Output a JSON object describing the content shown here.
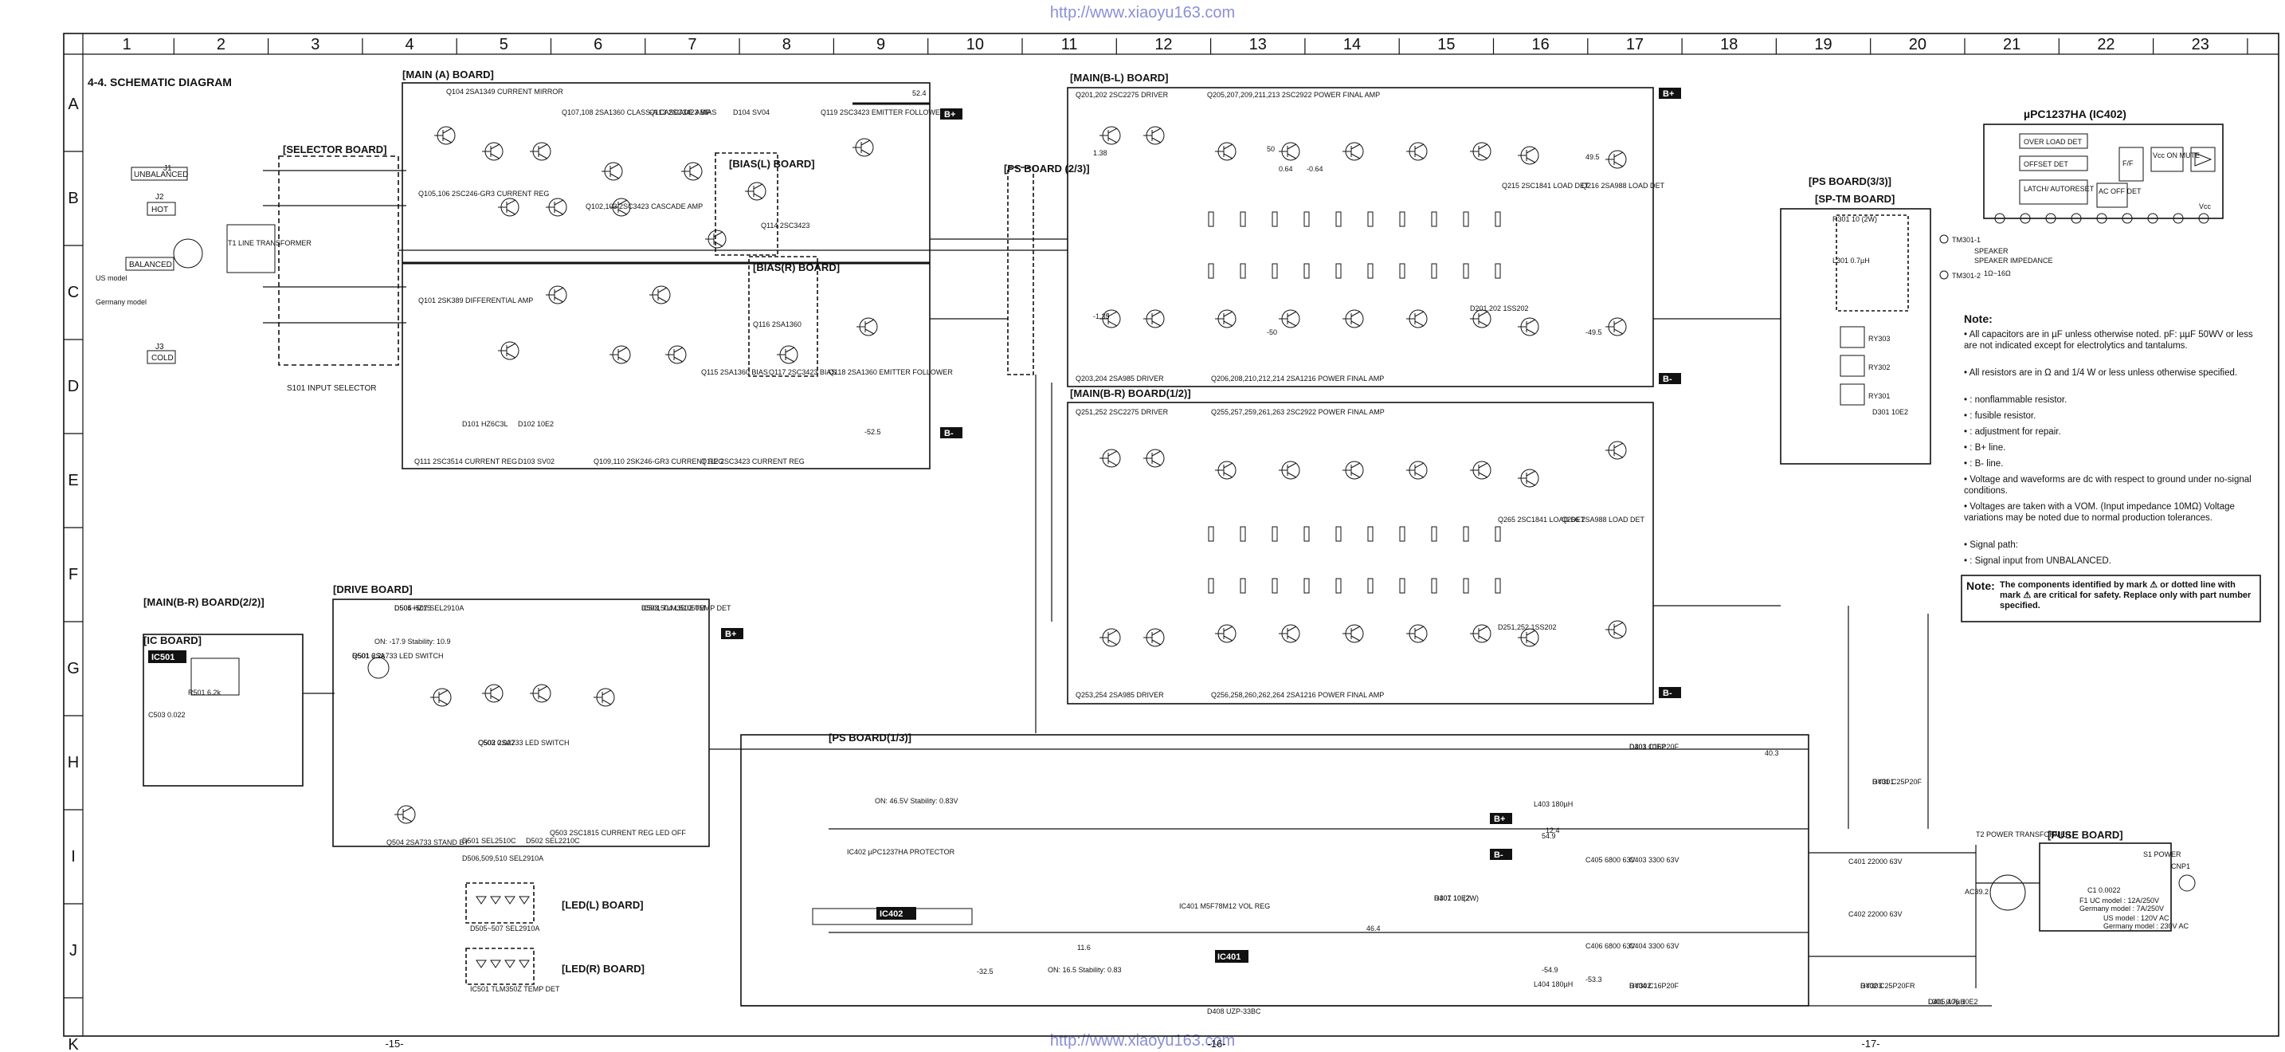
{
  "watermark_top": "http://www.xiaoyu163.com",
  "watermark_bottom": "http://www.xiaoyu163.com",
  "section_title": "4-4.  SCHEMATIC DIAGRAM",
  "columns": [
    "1",
    "2",
    "3",
    "4",
    "5",
    "6",
    "7",
    "8",
    "9",
    "10",
    "11",
    "12",
    "13",
    "14",
    "15",
    "16",
    "17",
    "18",
    "19",
    "20",
    "21",
    "22",
    "23"
  ],
  "rows": [
    "A",
    "B",
    "C",
    "D",
    "E",
    "F",
    "G",
    "H",
    "I",
    "J",
    "K"
  ],
  "pages": [
    "-15-",
    "-16-",
    "-17-"
  ],
  "boards": {
    "main_a": "[MAIN (A) BOARD]",
    "selector": "[SELECTOR BOARD]",
    "main_bl": "[MAIN(B-L) BOARD]",
    "main_br": "[MAIN(B-R) BOARD(1/2)]",
    "ps_23": "[PS BOARD (2/3)]",
    "ps_33": "[PS BOARD(3/3)]",
    "sp_tm": "[SP-TM BOARD]",
    "main_br21": "[MAIN(B-R) BOARD(2/2)]",
    "ic_board": "[IC BOARD]",
    "drive": "[DRIVE BOARD]",
    "ps_13": "[PS BOARD(1/3)]",
    "led_l": "[LED(L) BOARD]",
    "led_r": "[LED(R) BOARD]",
    "fuse": "[FUSE BOARD]",
    "bias_l": "[BIAS(L) BOARD]",
    "bias_r": "[BIAS(R) BOARD]"
  },
  "ic_block": {
    "title": "µPC1237HA  (IC402)",
    "blocks": [
      "OVER LOAD DET",
      "OFFSET DET",
      "LATCH/ AUTORESET",
      "F/F",
      "AC OFF DET",
      "Vcc ON MUTE"
    ],
    "vcc": "Vcc"
  },
  "terminals": {
    "unbalanced": "UNBALANCED",
    "hot": "HOT",
    "balanced": "BALANCED",
    "cold": "COLD",
    "j1": "J1",
    "j2": "J2",
    "j3": "J3",
    "tm301_1": "TM301-1",
    "tm301_2": "TM301-2",
    "speaker": "SPEAKER",
    "speaker_imp": "SPEAKER IMPEDANCE",
    "imp_val": "1Ω~16Ω",
    "transformer": "T1 LINE TRANSFORMER",
    "power_transformer": "T2 POWER TRANSFORMER",
    "input_selector": "S101 INPUT SELECTOR",
    "us_model": "US model",
    "germany_model": "Germany model"
  },
  "parts_main_a": [
    "Q104 2SA1349 CURRENT MIRROR",
    "Q107,108 2SA1360 CLASS-A CASCADE AMP",
    "Q113 2SC3423 BIAS",
    "D104 SV04",
    "Q119 2SC3423 EMITTER FOLLOWER",
    "Q105,106 2SC246-GR3 CURRENT REG",
    "Q102,103 2SC3423 CASCADE AMP",
    "Q114 2SC3423",
    "Q116 2SA1360",
    "Q101 2SK389 DIFFERENTIAL AMP",
    "Q115 2SA1360 BIAS",
    "Q117 2SC3423 BIAS",
    "Q118 2SA1360 EMITTER FOLLOWER",
    "D101 HZ6C3L",
    "D102 10E2",
    "Q111 2SC3514 CURRENT REG",
    "D103 SV02",
    "Q109,110 2SK246-GR3 CURRENT REG",
    "Q112 2SC3423 CURRENT REG"
  ],
  "parts_main_bl": [
    "Q201,202 2SC2275 DRIVER",
    "Q205,207,209,211,213 2SC2922 POWER FINAL AMP",
    "Q215 2SC1841 LOAD DET",
    "Q216 2SA988 LOAD DET",
    "Q203,204 2SA985 DRIVER",
    "Q206,208,210,212,214 2SA1216 POWER FINAL AMP",
    "D201,202 1SS202"
  ],
  "parts_main_br": [
    "Q251,252 2SC2275 DRIVER",
    "Q255,257,259,261,263 2SC2922 POWER FINAL AMP",
    "Q265 2SC1841 LOAD DET",
    "Q266 2SA988 LOAD DET",
    "Q253,254 2SA985 DRIVER",
    "Q256,258,260,262,264 2SA1216 POWER FINAL AMP",
    "D251,252 1SS202"
  ],
  "parts_drive": [
    "D504 HZ15",
    "D503,504 LS1060M",
    "Q501 2SA733 LED SWITCH",
    "Q502 2SA733 LED SWITCH",
    "Q503 2SC1815 CURRENT REG LED OFF",
    "Q504 2SA733 STAND BY",
    "D501 SEL2510C",
    "D502 SEL2210C",
    "D506,509,510 SEL2910A",
    "D505~507 SEL2910A",
    "IC501 TLM350Z TEMP DET",
    "R501 6.2k",
    "C503 0.022"
  ],
  "parts_ps": [
    "D403 C16P20F",
    "D401 C25P20F",
    "D404 C16P20F",
    "D402 C25P20FR",
    "D405,406 10E2",
    "D407 10E2",
    "D408 UZP-33BC",
    "IC401 M5F78M12 VOL REG",
    "IC402 µPC1237HA PROTECTOR",
    "C401 22000 63V",
    "C402 22000 63V",
    "C405 6800 63V",
    "C406 6800 63V",
    "C403 3300 63V",
    "C404 3300 63V",
    "L403 180µH",
    "L404 180µH",
    "D301 10E2",
    "RY301",
    "RY302",
    "RY303",
    "L301 0.7µH",
    "R301 10 (2W)"
  ],
  "fuse_parts": [
    "S1 POWER",
    "F1 UC model : 12A/250V",
    "Germany model : 7A/250V",
    "C1 0.0022",
    "US model : 120V AC",
    "Germany model : 230V AC",
    "AC39.2",
    "CNP1"
  ],
  "tags": {
    "bplus": "B+",
    "bminus": "B-"
  },
  "voltages": [
    "52.4",
    "-52.5",
    "54.9",
    "-54.9",
    "46.4",
    "11.6",
    "40.3",
    "-32.5",
    "-53.3",
    "12.4",
    "-0.64",
    "0.64",
    "-1.35",
    "1.38",
    "-50",
    "50",
    "49.5",
    "-49.5",
    "ON: 46.5V Stability: 0.83V",
    "ON: 16.5 Stability: 0.83",
    "ON: -17.9 Stability: 10.9"
  ],
  "notes": {
    "heading": "Note:",
    "items": [
      "All capacitors are in µF unless otherwise noted. pF: µµF 50WV or less are not indicated except for electrolytics and tantalums.",
      "All resistors are in Ω and 1/4 W or less unless otherwise specified.",
      ": nonflammable resistor.",
      ": fusible resistor.",
      ": adjustment for repair.",
      ": B+ line.",
      ": B- line.",
      "Voltage and waveforms are dc with respect to ground under no-signal conditions.",
      "Voltages are taken with a VOM. (Input impedance 10MΩ) Voltage variations may be noted due to normal production tolerances.",
      "Signal path:",
      ": Signal input from UNBALANCED."
    ],
    "warning_heading": "Note:",
    "warning": "The components identified by mark ⚠ or dotted line with mark ⚠ are critical for safety. Replace only with part number specified."
  }
}
